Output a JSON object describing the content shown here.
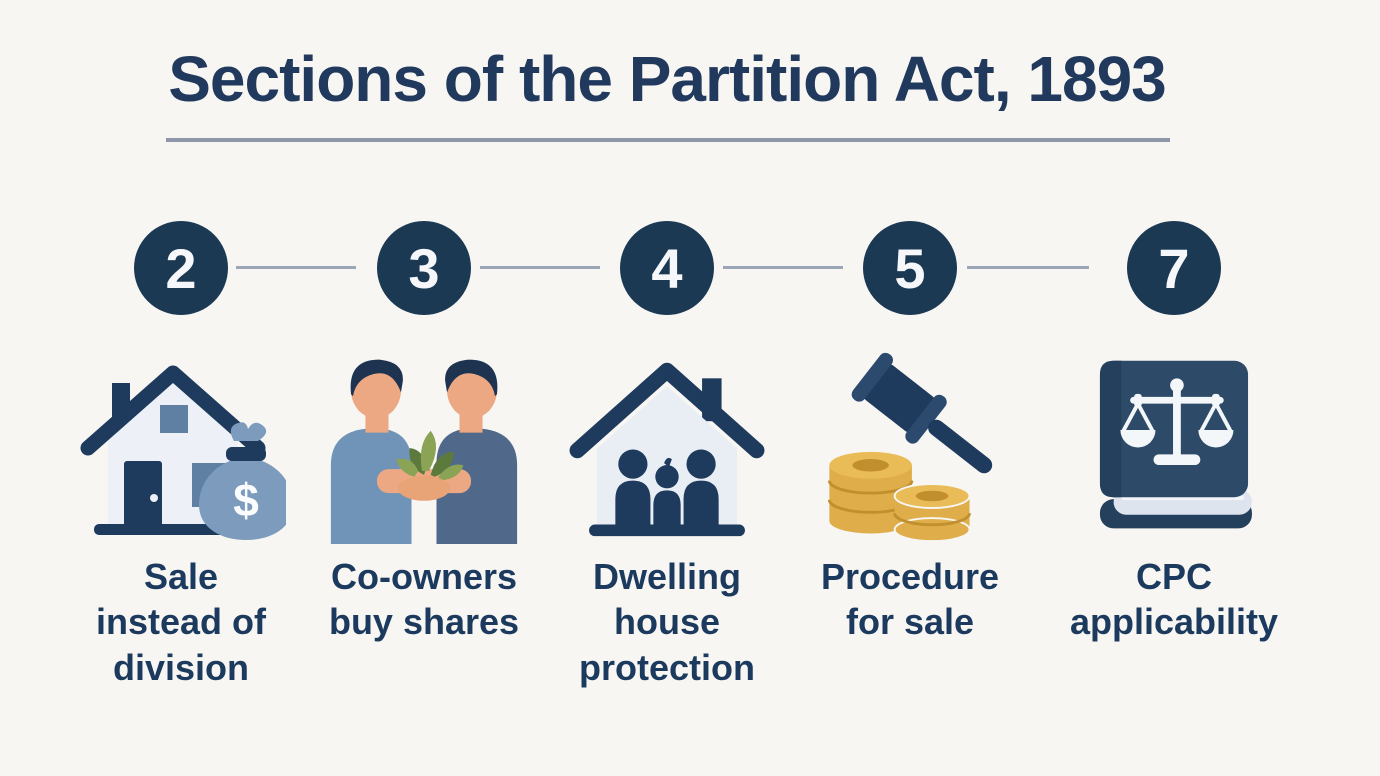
{
  "header": {
    "title": "Sections of the Partition Act, 1893"
  },
  "steps": [
    {
      "number": "2",
      "label": "Sale\ninstead of\ndivision",
      "icon": "house-money-bag-icon"
    },
    {
      "number": "3",
      "label": "Co-owners\nbuy shares",
      "icon": "co-owners-exchange-icon"
    },
    {
      "number": "4",
      "label": "Dwelling\nhouse\nprotection",
      "icon": "family-in-house-icon"
    },
    {
      "number": "5",
      "label": "Procedure\nfor sale",
      "icon": "gavel-and-coins-icon"
    },
    {
      "number": "7",
      "label": "CPC\napplicability",
      "icon": "law-book-scales-icon"
    }
  ],
  "colors": {
    "background": "#f8f6f3",
    "navy": "#1e3a5c",
    "circle_navy": "#1c3954",
    "divider_gray": "#8d97a8",
    "connector_gray": "#9ba6b7",
    "window_blue": "#5f7fa3",
    "money_bag_blue": "#7d9bbc",
    "shirt_light_blue": "#6f94b8",
    "shirt_dark_blue": "#50688a",
    "skin": "#eba883",
    "leaf_green_light": "#8ba355",
    "leaf_green_dark": "#5c7a3c",
    "coin_gold": "#dfae4b",
    "coin_gold_dark": "#c18f2e",
    "book_cover": "#2d4a68",
    "page_light": "#dde4ed"
  }
}
